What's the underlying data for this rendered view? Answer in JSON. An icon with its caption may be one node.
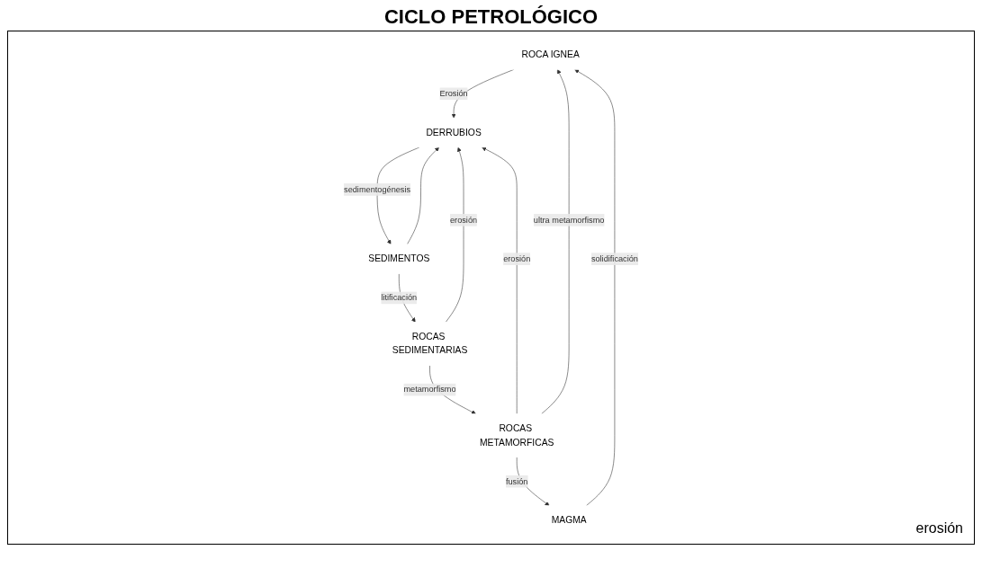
{
  "diagram": {
    "title": "CICLO PETROLÓGICO",
    "nodes": [
      {
        "text": [
          "ROCA IGNEA"
        ]
      },
      {
        "text": [
          "MAGMA"
        ]
      },
      {
        "text": [
          "DERRUBIOS"
        ]
      },
      {
        "text": [
          "ROCAS METAMORFICAS"
        ]
      },
      {
        "text": [
          "SEDIMENTOS"
        ]
      },
      {
        "text": [
          "ROCAS SEDIMENTARIAS"
        ]
      }
    ],
    "edges": [
      {
        "from": 1,
        "to": 0,
        "arrow": "to",
        "label": "solidificación"
      },
      {
        "from": 0,
        "to": 2,
        "arrow": "to",
        "label": "Erosión"
      },
      {
        "from": 3,
        "to": 0,
        "arrow": "to",
        "label": "ultra metamorfismo"
      },
      {
        "from": 3,
        "to": 1,
        "arrow": "to",
        "label": "fusión"
      },
      {
        "from": 3,
        "to": 2,
        "arrow": "to",
        "label": "erosión"
      },
      {
        "from": 2,
        "to": 4,
        "arrow": "to",
        "label": "sedimentogénesis"
      },
      {
        "from": 4,
        "to": 2,
        "arrow": "to"
      },
      {
        "from": 5,
        "to": 2,
        "arrow": "to",
        "label": "erosión"
      },
      {
        "from": 4,
        "to": 5,
        "arrow": "to",
        "label": "litificación"
      },
      {
        "from": 5,
        "to": 3,
        "arrow": "to",
        "label": "metamorfismo"
      }
    ],
    "labels": [
      "erosión"
    ]
  }
}
